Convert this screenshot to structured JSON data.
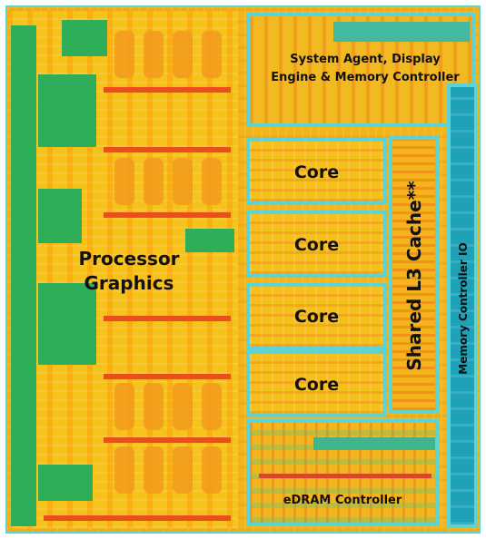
{
  "blocks": {
    "graphics": {
      "label": "Processor Graphics"
    },
    "system_agent": {
      "label": "System Agent, Display Engine & Memory Controller"
    },
    "cores": [
      {
        "label": "Core"
      },
      {
        "label": "Core"
      },
      {
        "label": "Core"
      },
      {
        "label": "Core"
      }
    ],
    "l3_cache": {
      "label": "Shared L3 Cache**"
    },
    "memory_io": {
      "label": "Memory Controller IO"
    },
    "edram": {
      "label": "eDRAM Controller"
    }
  },
  "colors": {
    "outline": "#5ed3d6",
    "die_orange": "#f2b51a",
    "graphics_green": "#2fae5a",
    "stripe_red": "#ea4e1c",
    "io_teal": "#1fa2b8"
  }
}
